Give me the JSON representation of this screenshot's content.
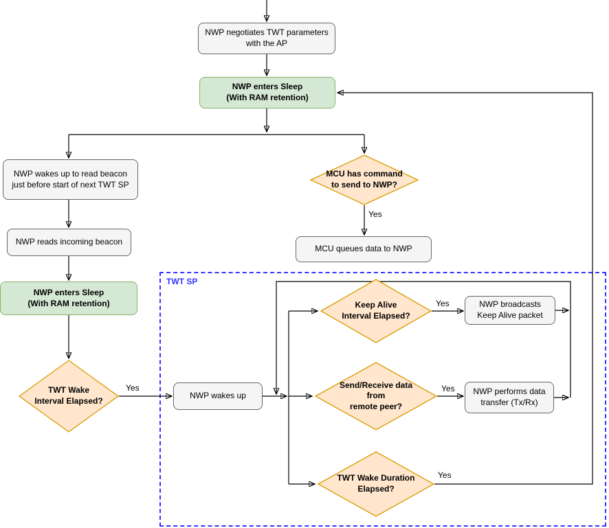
{
  "nodes": {
    "negotiate": {
      "label": "NWP negotiates TWT parameters\nwith the AP"
    },
    "sleep_top": {
      "label": "NWP enters Sleep\n(With RAM retention)"
    },
    "wake_read_beacon": {
      "label": "NWP wakes up to read beacon\njust before start of next TWT SP"
    },
    "reads_beacon": {
      "label": "NWP reads incoming beacon"
    },
    "sleep_left": {
      "label": "NWP enters Sleep\n(With RAM retention)"
    },
    "twt_wake_interval": {
      "label": "TWT Wake\nInterval Elapsed?"
    },
    "nwp_wakes_up": {
      "label": "NWP wakes up"
    },
    "mcu_has_command": {
      "label": "MCU has command\nto send to NWP?"
    },
    "mcu_queues": {
      "label": "MCU queues data to NWP"
    },
    "keep_alive_elapsed": {
      "label": "Keep Alive\nInterval Elapsed?"
    },
    "broadcast_keep_alive": {
      "label": "NWP broadcasts\nKeep Alive packet"
    },
    "send_receive": {
      "label": "Send/Receive data\nfrom\nremote peer?"
    },
    "data_transfer": {
      "label": "NWP performs data\ntransfer (Tx/Rx)"
    },
    "twt_wake_duration": {
      "label": "TWT Wake Duration\nElapsed?"
    }
  },
  "container": {
    "twt_sp_label": "TWT SP"
  },
  "edge_labels": {
    "interval_yes": "Yes",
    "mcu_yes": "Yes",
    "keepalive_yes": "Yes",
    "sendreceive_yes": "Yes",
    "duration_yes": "Yes"
  },
  "colors": {
    "process_fill": "#f5f5f5",
    "process_border": "#666666",
    "sleep_fill": "#d5e8d4",
    "sleep_border": "#82b366",
    "decision_fill": "#ffe6cc",
    "decision_border": "#d79b00",
    "container_border": "#3333ff",
    "edge": "#000000"
  }
}
